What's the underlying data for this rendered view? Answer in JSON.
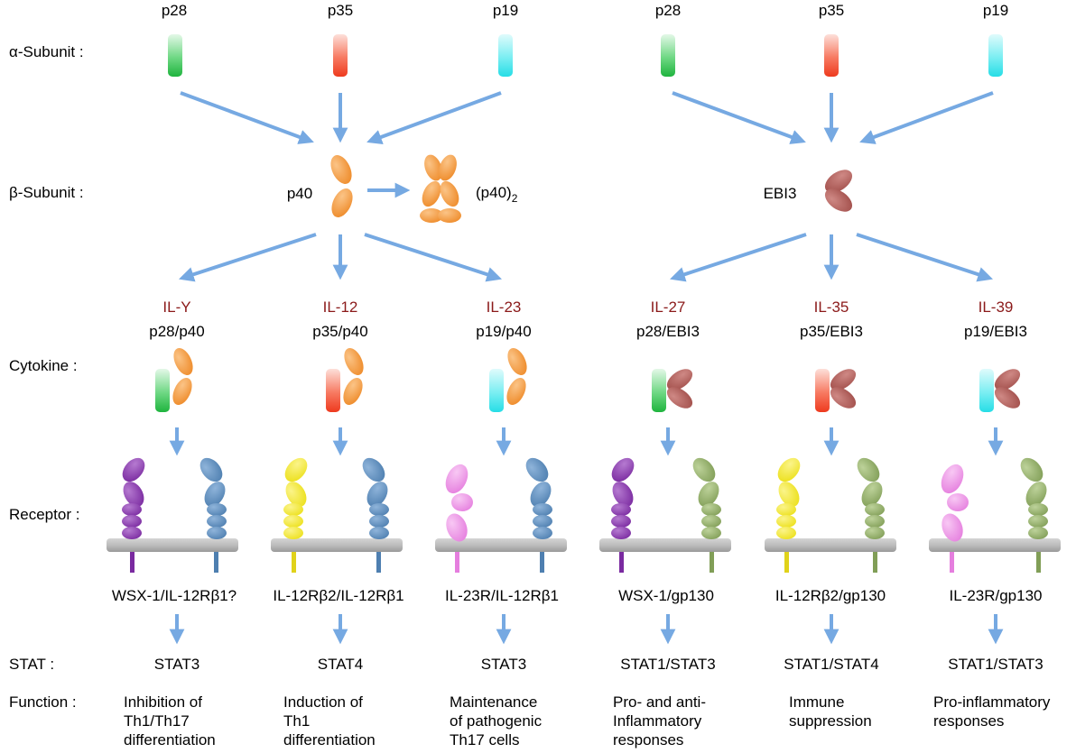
{
  "row_labels": {
    "alpha": "α-Subunit :",
    "beta": "β-Subunit :",
    "cytokine": "Cytokine :",
    "receptor": "Receptor :",
    "stat": "STAT :",
    "function": "Function :"
  },
  "alpha_subunits_left": [
    "p28",
    "p35",
    "p19"
  ],
  "alpha_subunits_right": [
    "p28",
    "p35",
    "p19"
  ],
  "beta_subunits": {
    "p40": "p40",
    "p40_dimer_base": "(p40)",
    "p40_dimer_sub": "2",
    "ebi3": "EBI3"
  },
  "cytokines": [
    {
      "name": "IL-Y",
      "composition": "p28/p40",
      "receptor": "WSX-1/IL-12Rβ1?",
      "stat": "STAT3",
      "function": [
        "Inhibition of",
        "Th1/Th17",
        "differentiation"
      ]
    },
    {
      "name": "IL-12",
      "composition": "p35/p40",
      "receptor": "IL-12Rβ2/IL-12Rβ1",
      "stat": "STAT4",
      "function": [
        "Induction of",
        "Th1",
        "differentiation"
      ]
    },
    {
      "name": "IL-23",
      "composition": "p19/p40",
      "receptor": "IL-23R/IL-12Rβ1",
      "stat": "STAT3",
      "function": [
        "Maintenance",
        "of pathogenic",
        "Th17 cells"
      ]
    },
    {
      "name": "IL-27",
      "composition": "p28/EBI3",
      "receptor": "WSX-1/gp130",
      "stat": "STAT1/STAT3",
      "function": [
        "Pro- and anti-",
        "Inflammatory",
        "responses"
      ]
    },
    {
      "name": "IL-35",
      "composition": "p35/EBI3",
      "receptor": "IL-12Rβ2/gp130",
      "stat": "STAT1/STAT4",
      "function": [
        "Immune",
        "suppression"
      ]
    },
    {
      "name": "IL-39",
      "composition": "p19/EBI3",
      "receptor": "IL-23R/gp130",
      "stat": "STAT1/STAT3",
      "function": [
        "Pro-inflammatory",
        "responses"
      ]
    }
  ],
  "colors": {
    "p28": "#2ec04a",
    "p35": "#f0432a",
    "p19": "#36e4ec",
    "p40": "#f49a3c",
    "ebi3": "#b5615d",
    "wsx1": "#8e3fb0",
    "il12rb2": "#f4ea2c",
    "il23r": "#ef8fe9",
    "il12rb1": "#5f8fbf",
    "gp130": "#94b06a",
    "arrow": "#76a9e2",
    "cytokine_name": "#8b1a1a",
    "membrane": "#b8b8b8"
  }
}
